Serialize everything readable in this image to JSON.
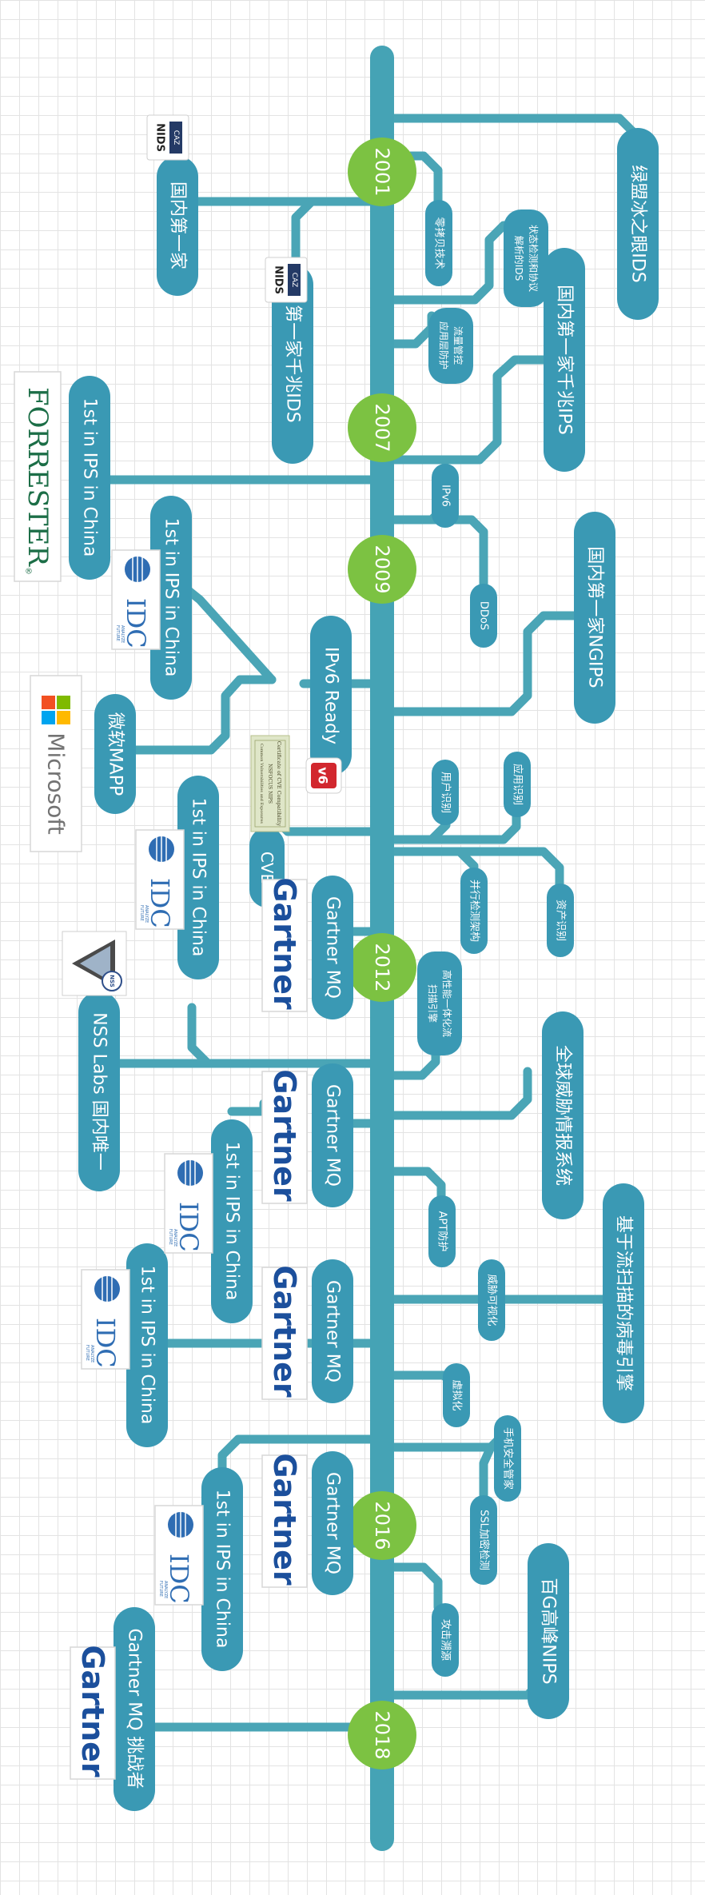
{
  "colors": {
    "accent": "#3a99b4",
    "spine": "#45a3b5",
    "year_node": "#7cc242",
    "grid": "#e3e3e3",
    "gartner_blue": "#1b4f9c",
    "forrester_green": "#1c6e47",
    "idc_blue": "#2f6db3"
  },
  "timeline": {
    "years": [
      "2001",
      "2007",
      "2009",
      "2012",
      "2016",
      "2018"
    ]
  },
  "left_labels": {
    "domestic_first": "国内第一家",
    "first_gigabit_ids": "第一家千兆IDS",
    "forrester_rank": "1st in IPS in China",
    "idc_rank_1": "1st in IPS in China",
    "ipv6_ready": "IPv6 Ready",
    "microsoft_mapp": "微软MAPP",
    "idc_rank_2": "1st in IPS in China",
    "cve": "CVE",
    "gartner_mq_1": "Gartner MQ",
    "nss_labs": "NSS Labs 国内唯一",
    "gartner_mq_2": "Gartner MQ",
    "idc_rank_3": "1st in IPS in China",
    "gartner_mq_3": "Gartner MQ",
    "idc_rank_4": "1st in IPS in China",
    "gartner_mq_4": "Gartner MQ",
    "idc_rank_5": "1st in IPS in China",
    "gartner_mq_challenger": "Gartner MQ 挑战者"
  },
  "right_labels": {
    "icefire_ids": "绿盟冰之眼IDS",
    "pattern_matching": "零拷贝技术",
    "protocol_analysis": [
      "状态检测和协议",
      "解析的IDS"
    ],
    "first_gigabit_ips": "国内第一家千兆IPS",
    "traffic_control": [
      "流量管控",
      "应用层防护"
    ],
    "ipv6": "IPv6",
    "ddos": "DDoS",
    "first_ngips": "国内第一家NGIPS",
    "user_identification": "用户识别",
    "app_identification": "应用识别",
    "parallel_architecture": "并行检测架构",
    "asset_identification": "资产识别",
    "unified_scan_engine": [
      "高性能一体化流",
      "扫描引擎"
    ],
    "global_threat_intel": "全球威胁情报系统",
    "apt_protection": "APT防护",
    "threat_visibility": "威胁可视化",
    "stream_virus_engine": "基于流扫描的病毒引擎",
    "virtualization": "虚拟化",
    "mobile_security": "手机安全管家",
    "ssl_inspection": "SSL加密检测",
    "attack_tracing": "攻击溯源",
    "hundred_g_nips": "百G高峰NIPS"
  },
  "logos": {
    "nids_badge": "NIDS",
    "nids_badge_top": "CAZ",
    "forrester": "FORRESTER",
    "forrester_mark": "®",
    "idc": "IDC",
    "idc_caption": [
      "ANALYZE",
      "THE",
      "FUTURE"
    ],
    "microsoft": "Microsoft",
    "gartner": "Gartner",
    "gartner_mark": ".",
    "nss": "NSS",
    "ipv6_logo": "v6",
    "cve_certificate": [
      "Certificate of CVE Compatibility",
      "NSFOCUS NIPS",
      "Common Vulnerabilities and Exposures"
    ]
  }
}
